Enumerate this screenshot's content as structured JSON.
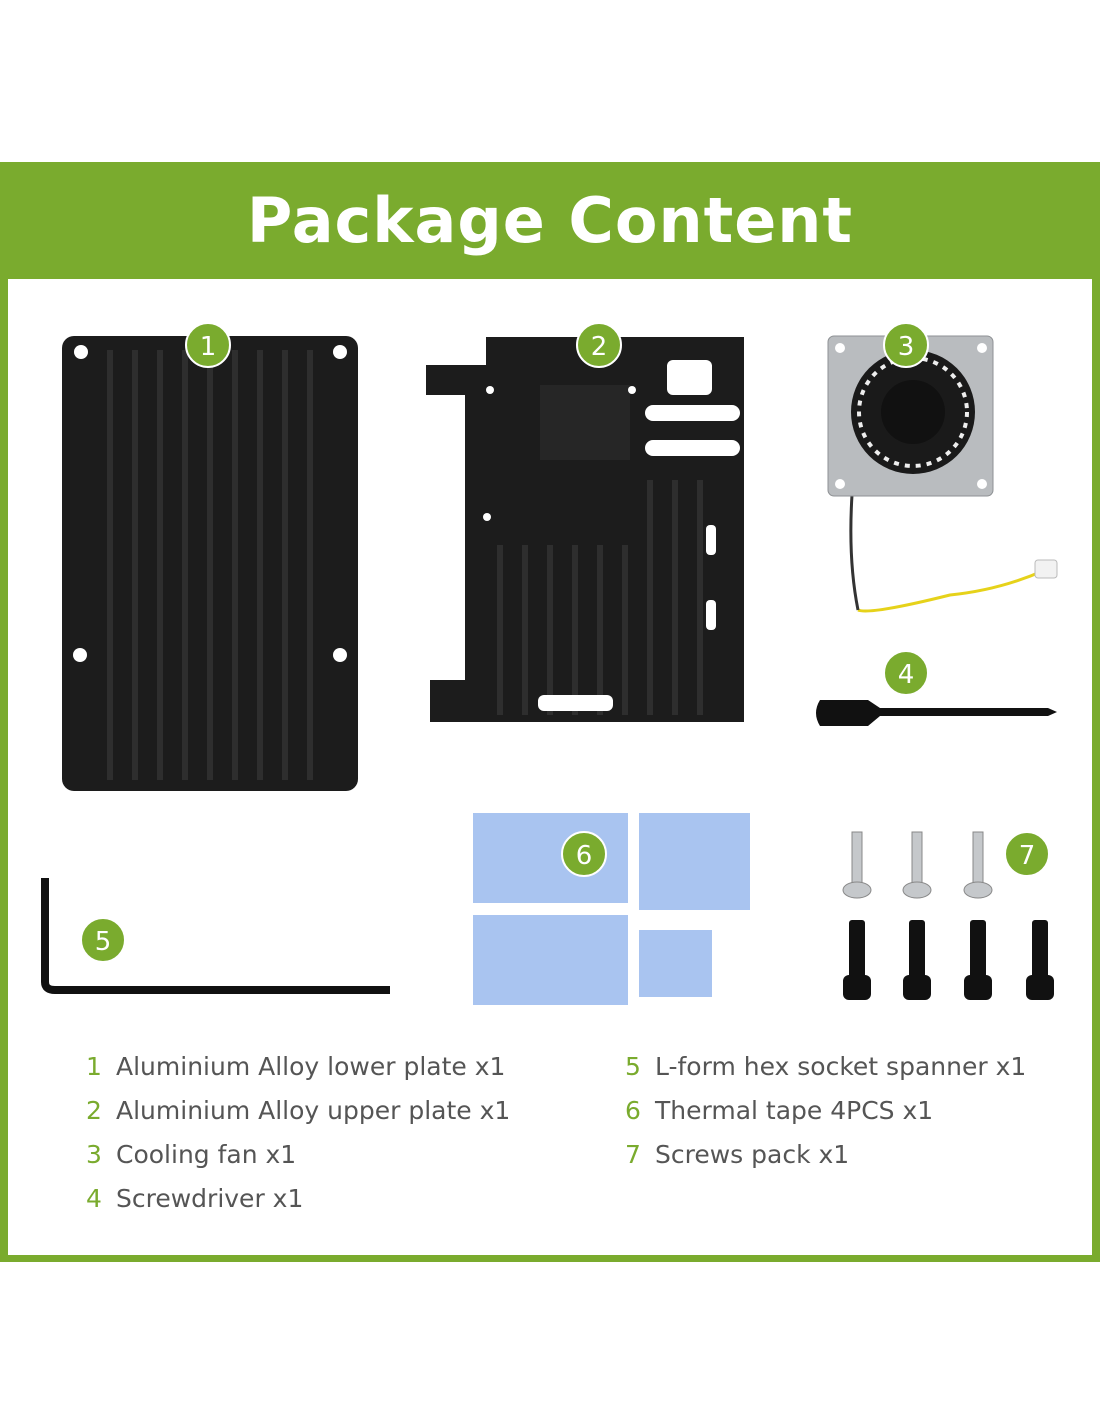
{
  "header": {
    "title": "Package Content"
  },
  "badges": [
    "1",
    "2",
    "3",
    "4",
    "5",
    "6",
    "7"
  ],
  "items_left": [
    {
      "num": "1",
      "label": "Aluminium Alloy lower plate x1"
    },
    {
      "num": "2",
      "label": "Aluminium Alloy upper plate x1"
    },
    {
      "num": "3",
      "label": "Cooling fan x1"
    },
    {
      "num": "4",
      "label": "Screwdriver x1"
    }
  ],
  "items_right": [
    {
      "num": "5",
      "label": "L-form hex socket spanner x1"
    },
    {
      "num": "6",
      "label": "Thermal tape 4PCS x1"
    },
    {
      "num": "7",
      "label": "Screws pack x1"
    }
  ],
  "colors": {
    "accent": "#7aab2e",
    "metal": "#1c1c1c",
    "pad": "#a9c4f0"
  }
}
